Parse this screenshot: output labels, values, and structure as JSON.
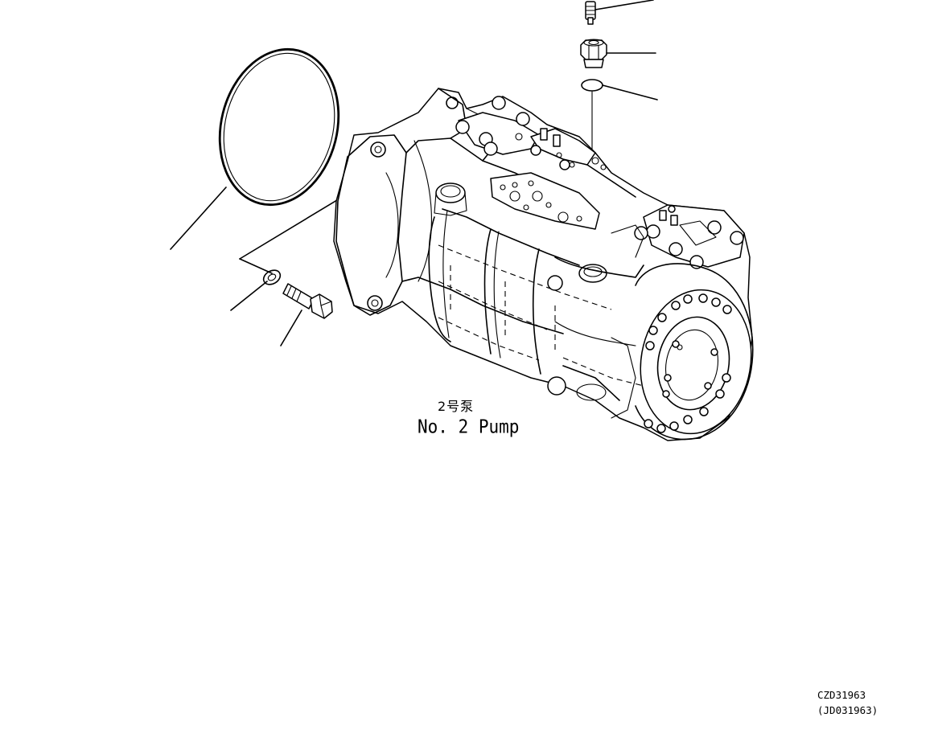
{
  "diagram": {
    "pump_label_cn": "2号泵",
    "pump_label_en": "No. 2  Pump",
    "drawing_code": "CZD31963",
    "drawing_code_alt": "(JD031963)"
  }
}
